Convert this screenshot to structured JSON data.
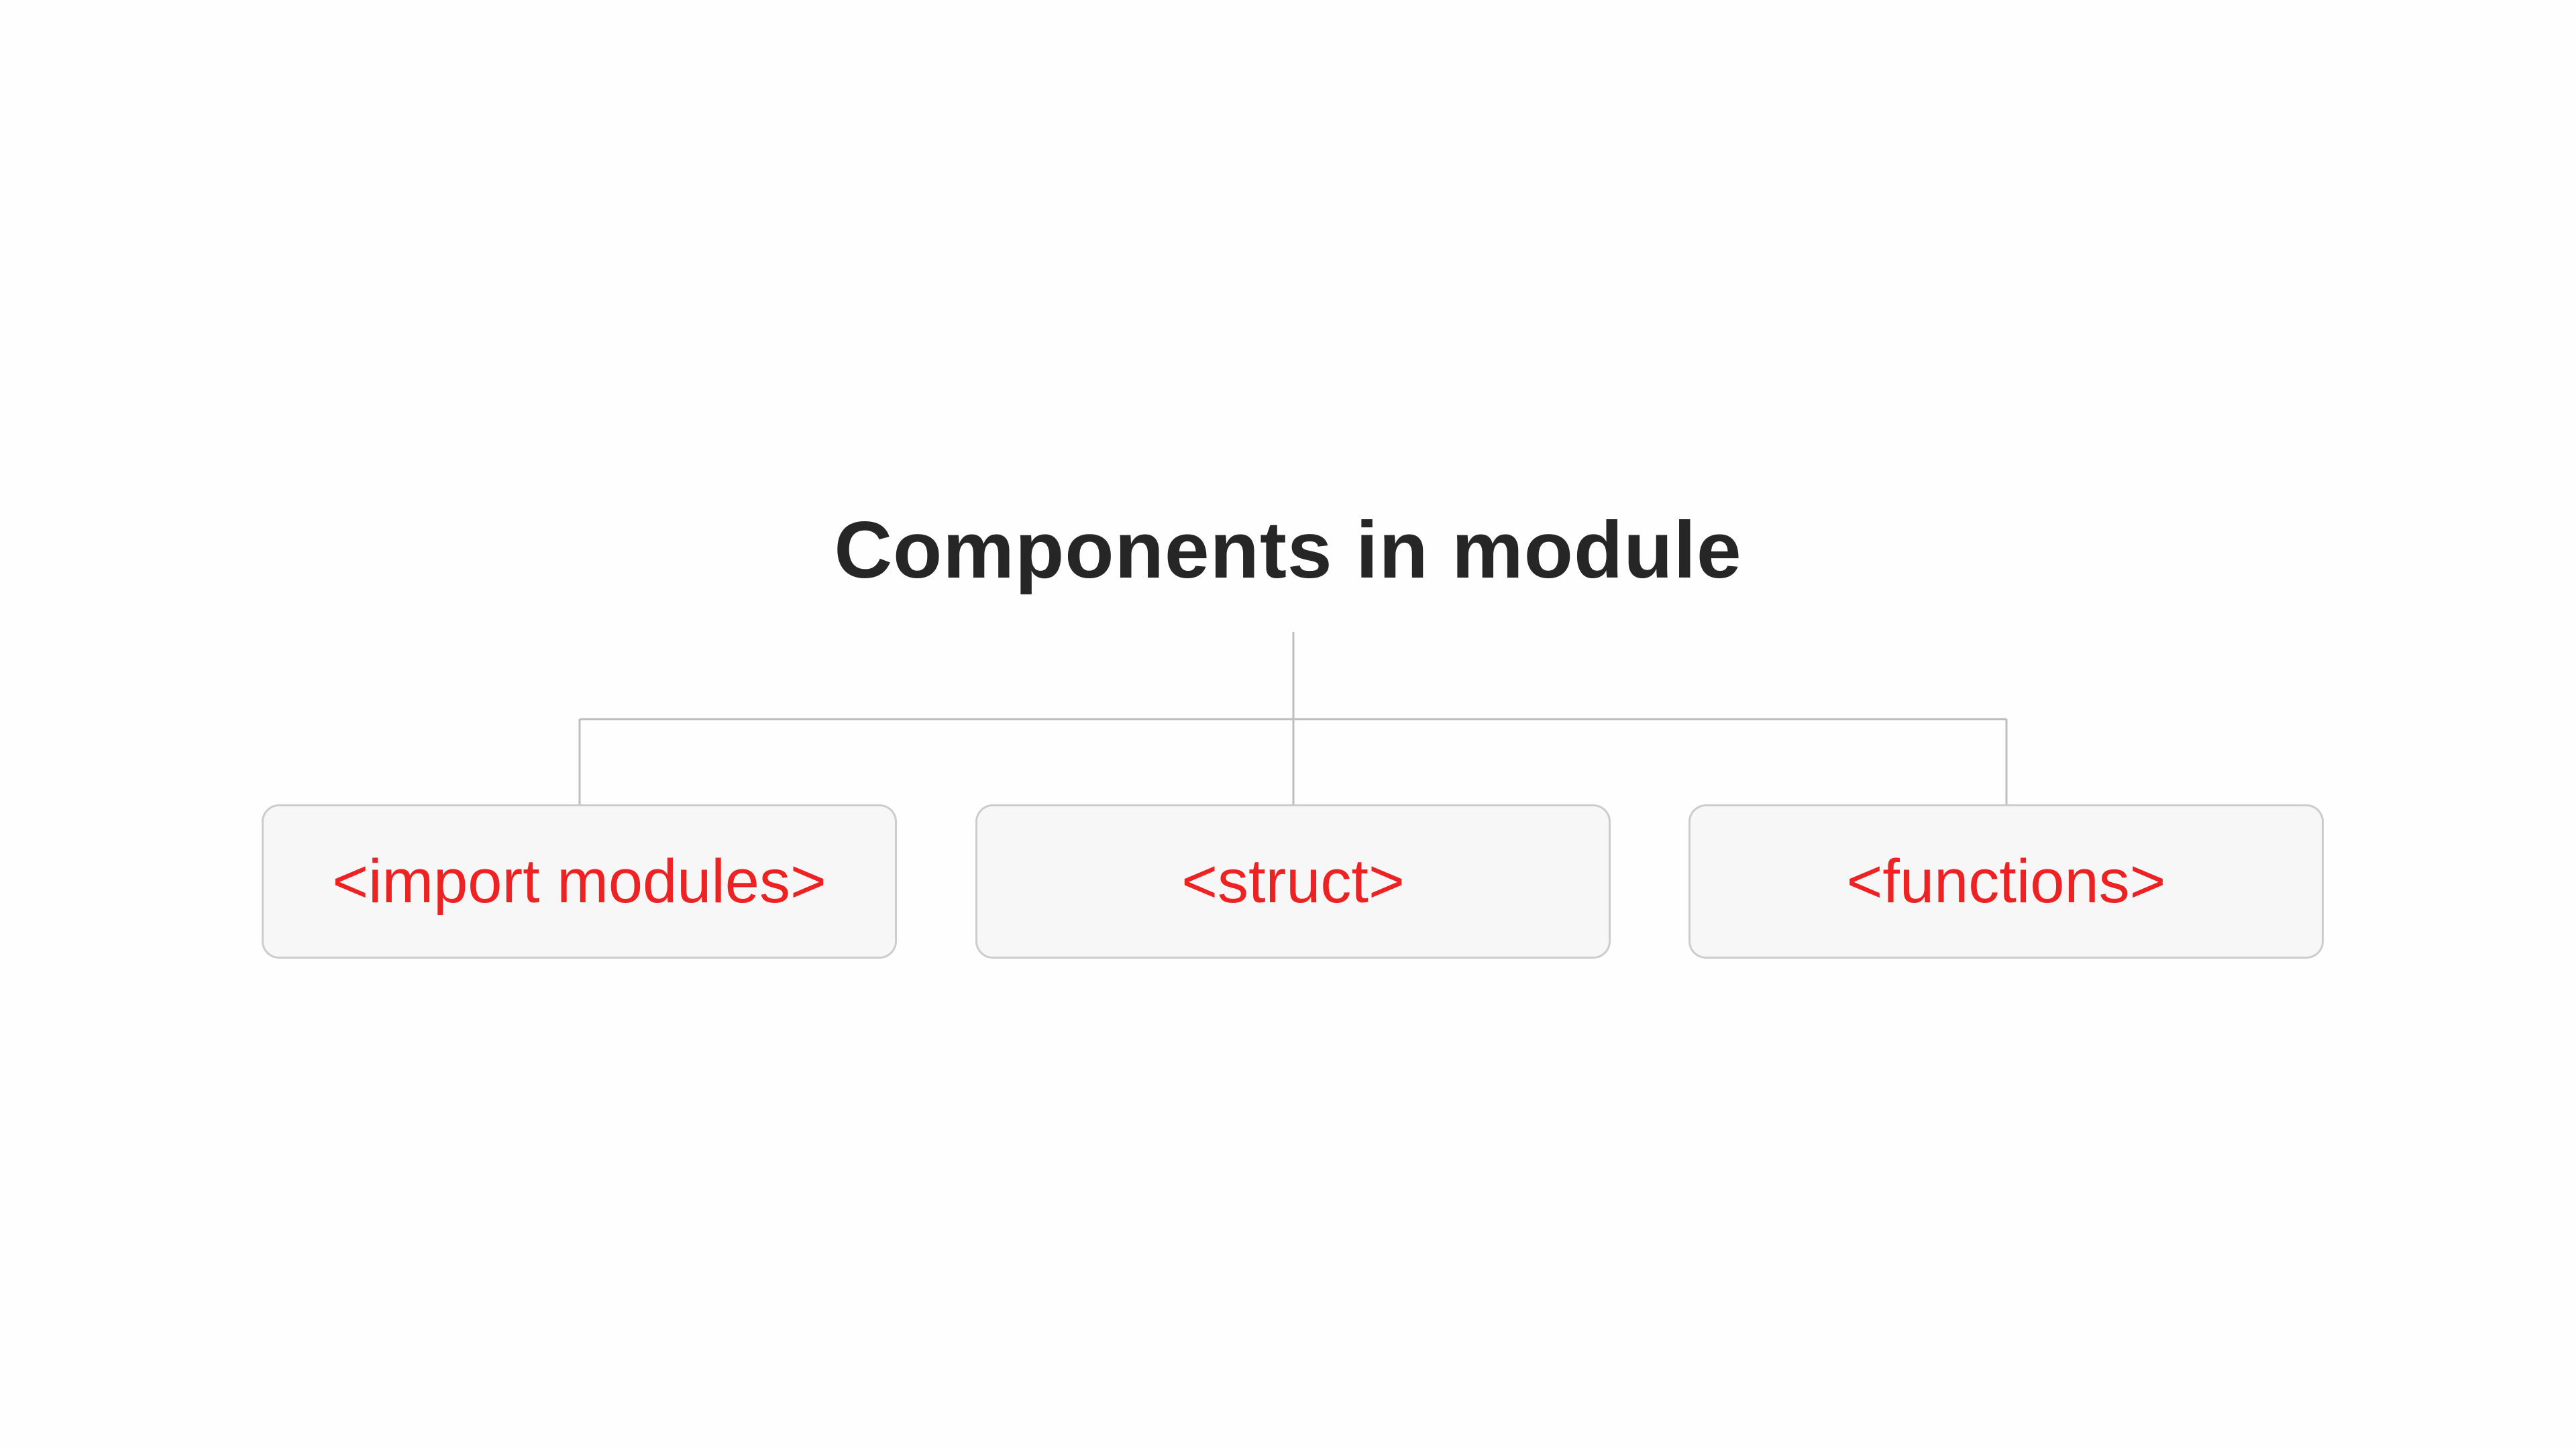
{
  "title": "Components in module",
  "colors": {
    "title": "#262626",
    "box_text": "#ee2222",
    "box_fill": "#f7f7f7",
    "box_border": "#cccccc",
    "connector": "#bdbdbd"
  },
  "components": [
    {
      "label": "<import modules>"
    },
    {
      "label": "<struct>"
    },
    {
      "label": "<functions>"
    }
  ]
}
